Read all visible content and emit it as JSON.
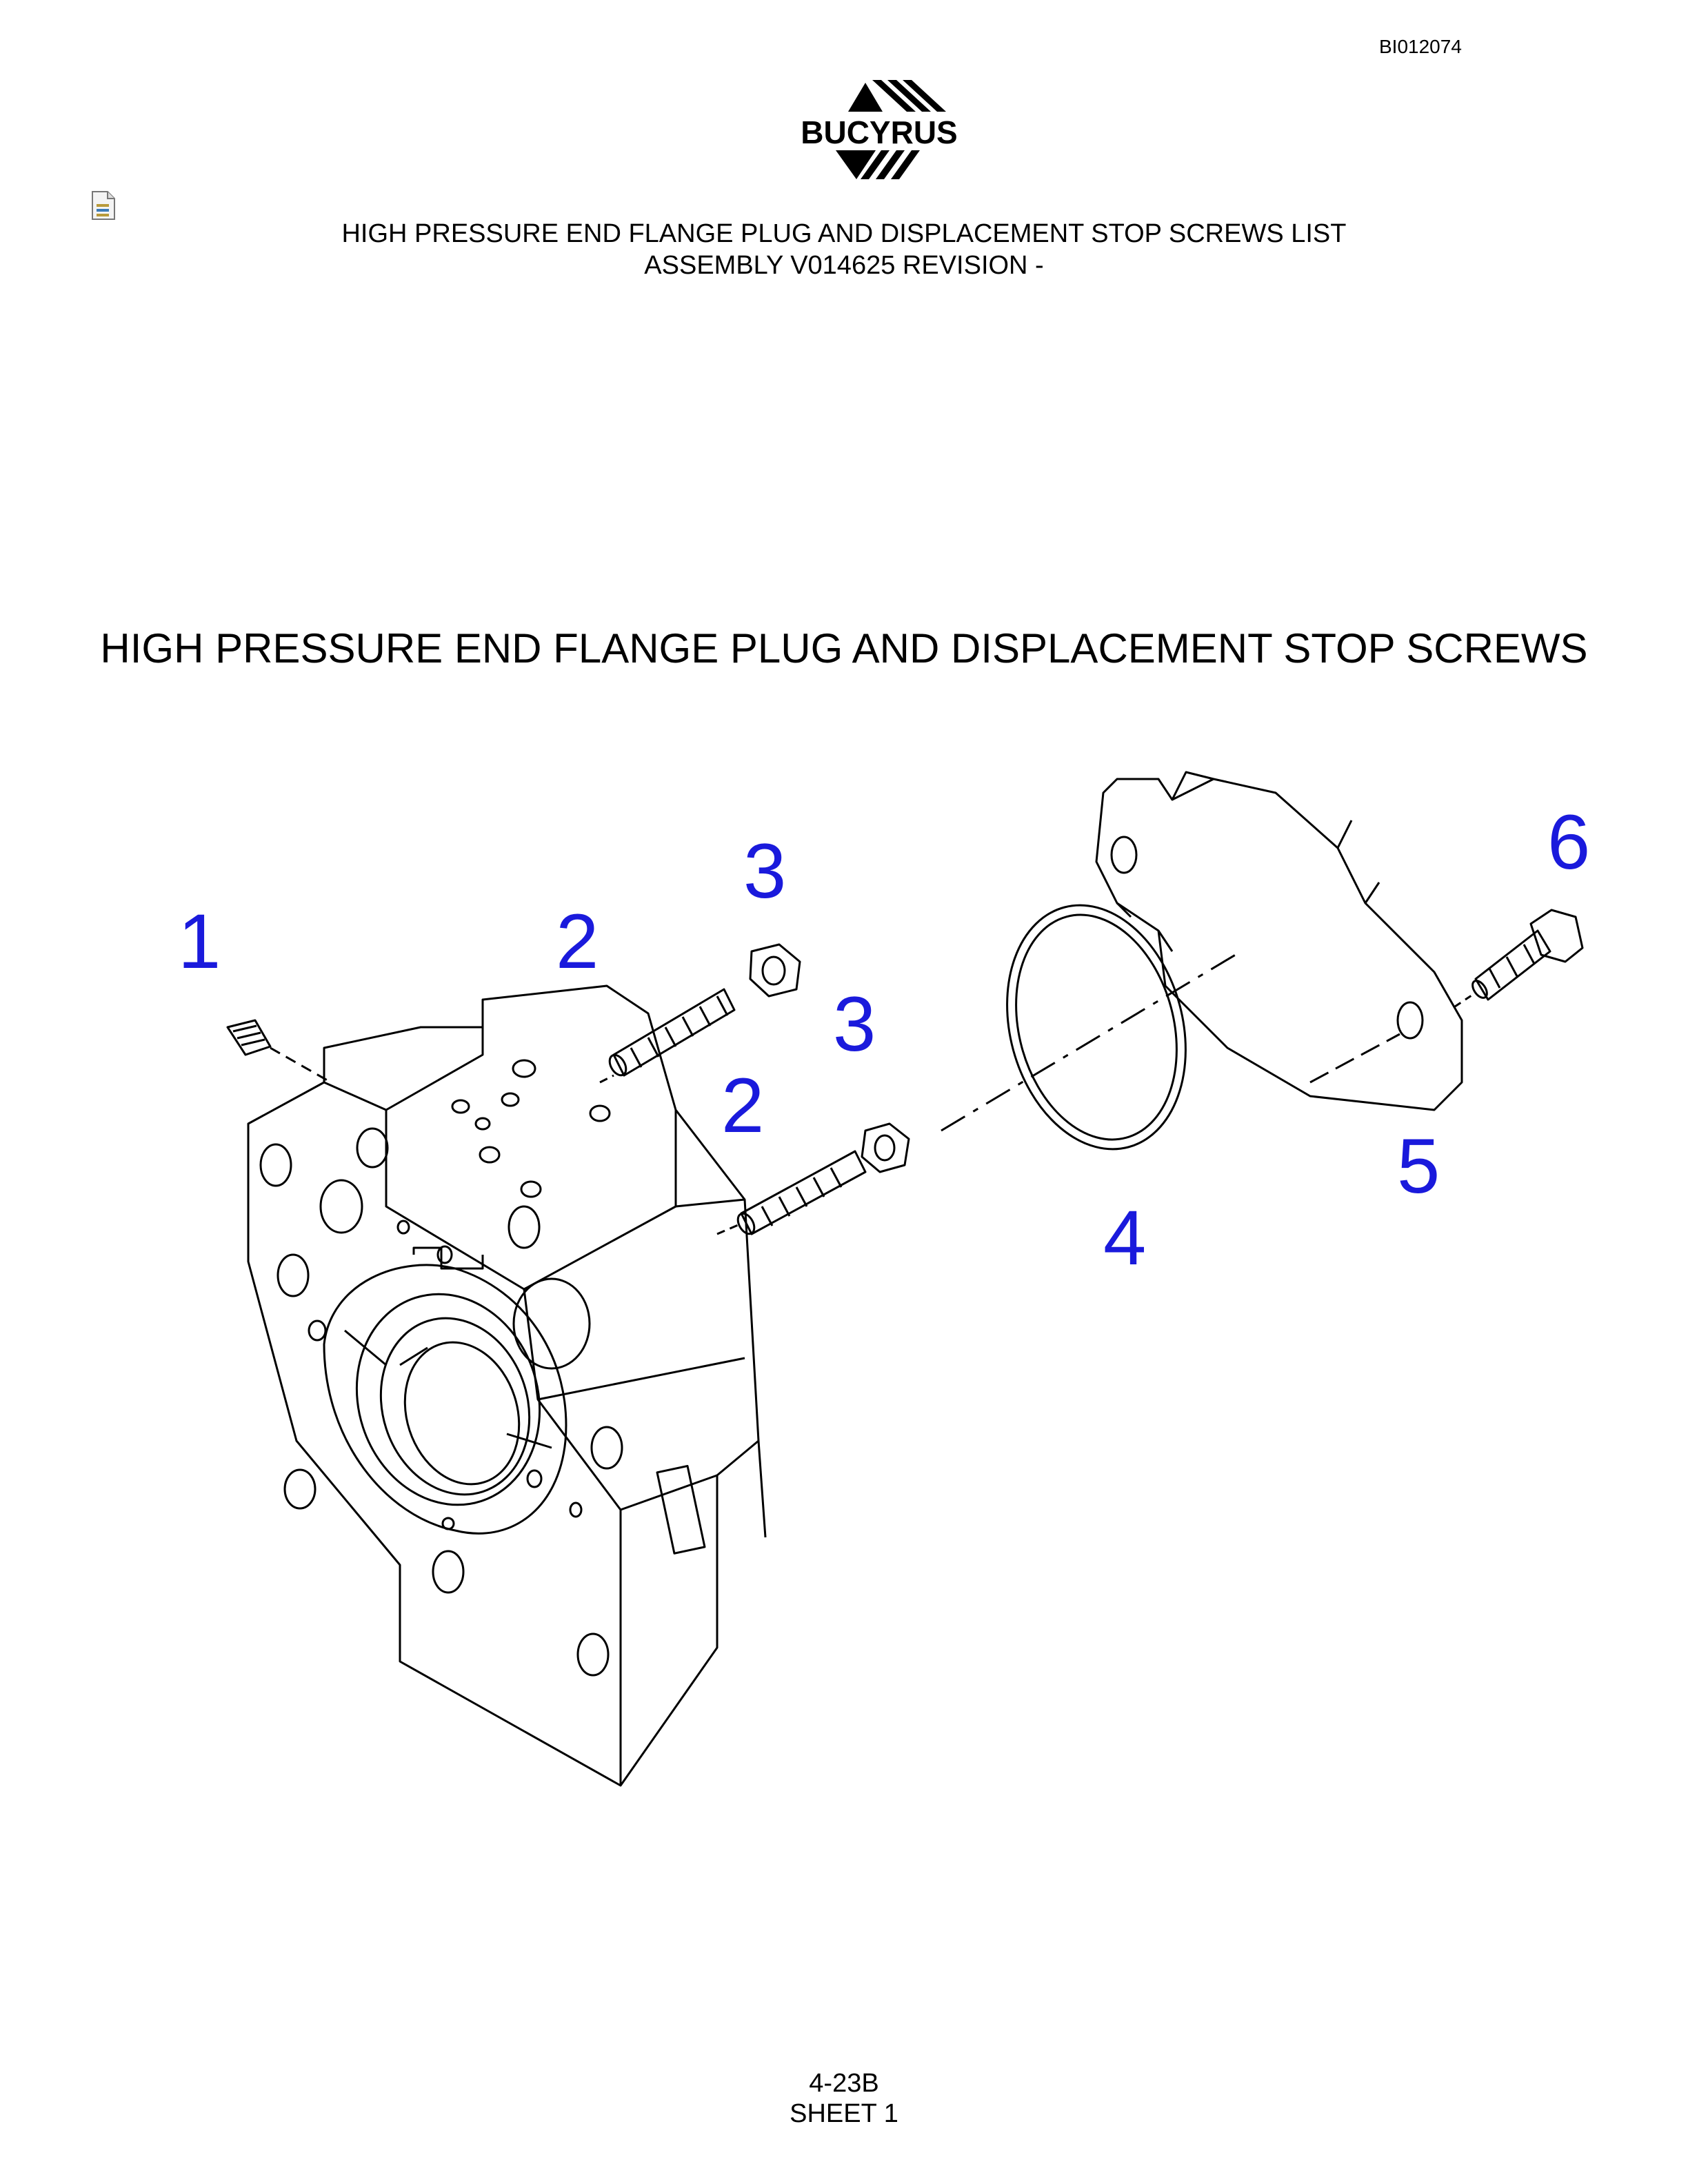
{
  "document": {
    "doc_id": "BI012074",
    "logo_text": "BUCYRUS",
    "header_title": "HIGH PRESSURE END FLANGE PLUG AND DISPLACEMENT STOP SCREWS LIST",
    "header_subtitle": "ASSEMBLY V014625 REVISION -",
    "drawing_title": "HIGH PRESSURE END FLANGE PLUG AND DISPLACEMENT STOP SCREWS",
    "page_number": "4-23B",
    "sheet": "SHEET 1"
  },
  "callouts": [
    {
      "id": "c1",
      "label": "1"
    },
    {
      "id": "c2a",
      "label": "2"
    },
    {
      "id": "c3a",
      "label": "3"
    },
    {
      "id": "c3b",
      "label": "3"
    },
    {
      "id": "c2b",
      "label": "2"
    },
    {
      "id": "c6",
      "label": "6"
    },
    {
      "id": "c4",
      "label": "4"
    },
    {
      "id": "c5",
      "label": "5"
    }
  ],
  "colors": {
    "callout": "#1a1adc",
    "linework": "#000000"
  },
  "icons": [
    "document-icon",
    "bucyrus-logo"
  ]
}
